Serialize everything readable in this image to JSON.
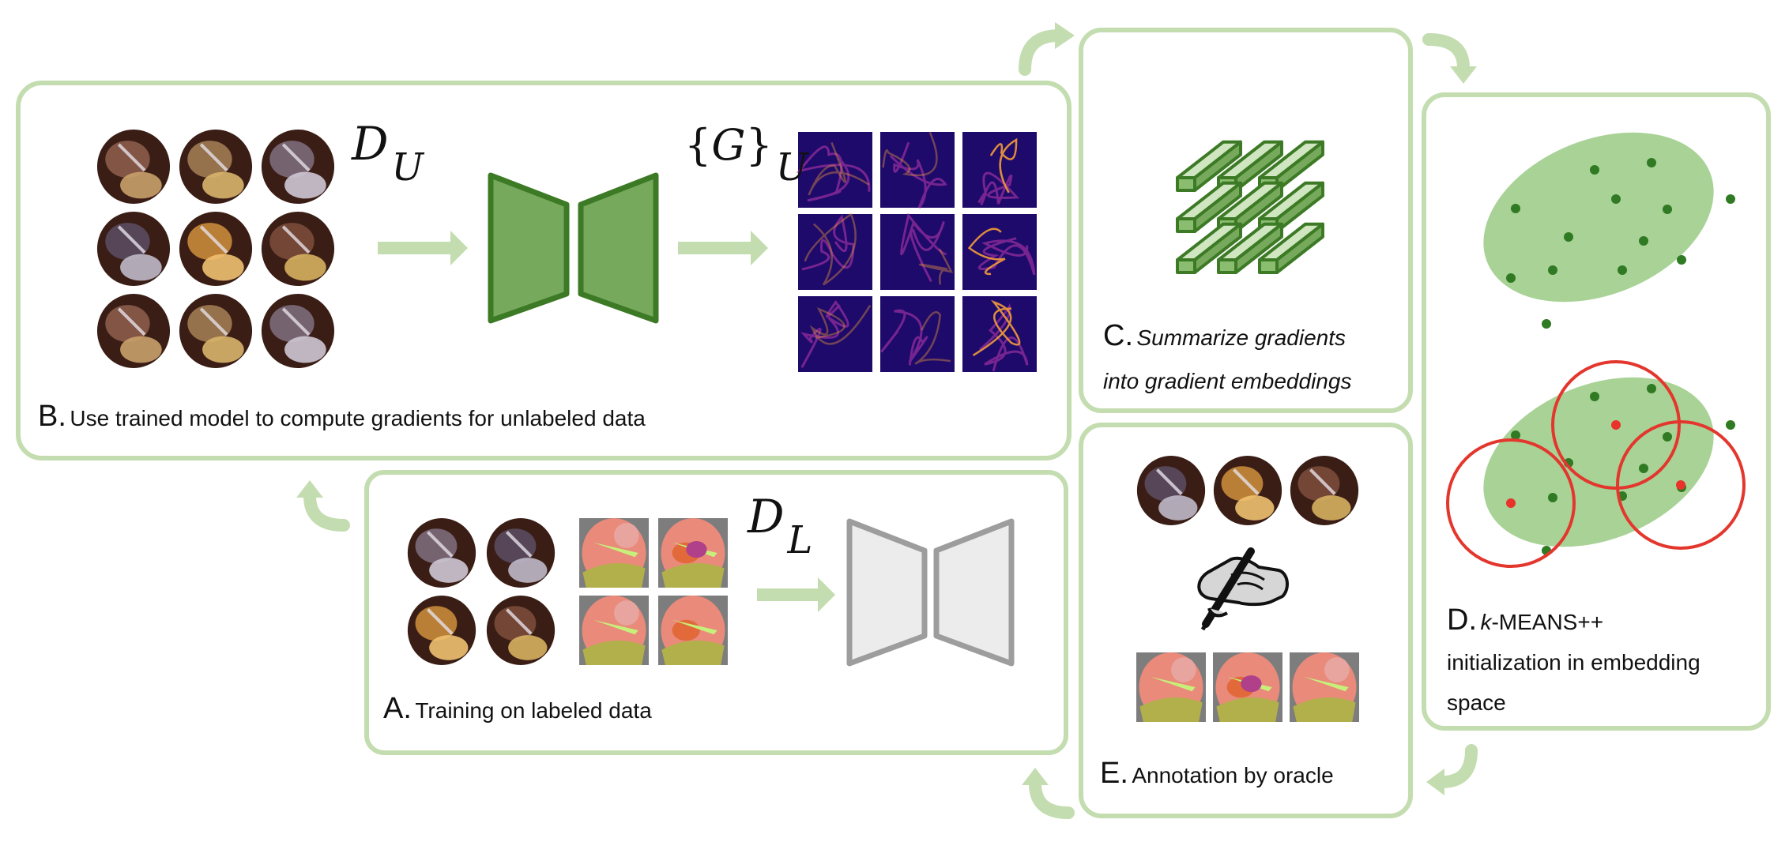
{
  "colors": {
    "box_border": "#c4ddb0",
    "arrow": "#c4ddb0",
    "network_green_fill": "#76a95c",
    "network_green_stroke": "#3d7a26",
    "network_gray_fill": "#ececec",
    "network_gray_stroke": "#9d9d9d",
    "ellipse_fill": "#a9d296",
    "point_green": "#2f7a22",
    "point_red": "#e8322a",
    "circle_red": "#e3372e",
    "heatmap_bg": "#1e0a6b",
    "heatmap_line": "#f29b3a"
  },
  "panel_b": {
    "letter": "B.",
    "text": "Use trained model to compute gradients for unlabeled data",
    "dataset_symbol": "D",
    "dataset_sub": "U",
    "gradients_symbol": "G",
    "gradients_sub": "U"
  },
  "panel_a": {
    "letter": "A.",
    "text": "Training on labeled data",
    "dataset_symbol": "D",
    "dataset_sub": "L"
  },
  "panel_c": {
    "letter": "C.",
    "text_line1": "Summarize gradients",
    "text_line2": "into gradient embeddings"
  },
  "panel_d": {
    "letter": "D.",
    "text_italic": "k",
    "text_line1_rest": "-MEANS++",
    "text_line2": "initialization in embedding",
    "text_line3": "space"
  },
  "panel_e": {
    "letter": "E.",
    "text": "Annotation by oracle"
  },
  "icons": {
    "workflow_arrows": "cycle-arrow-icon",
    "annotator": "hand-writing-pen-icon"
  }
}
